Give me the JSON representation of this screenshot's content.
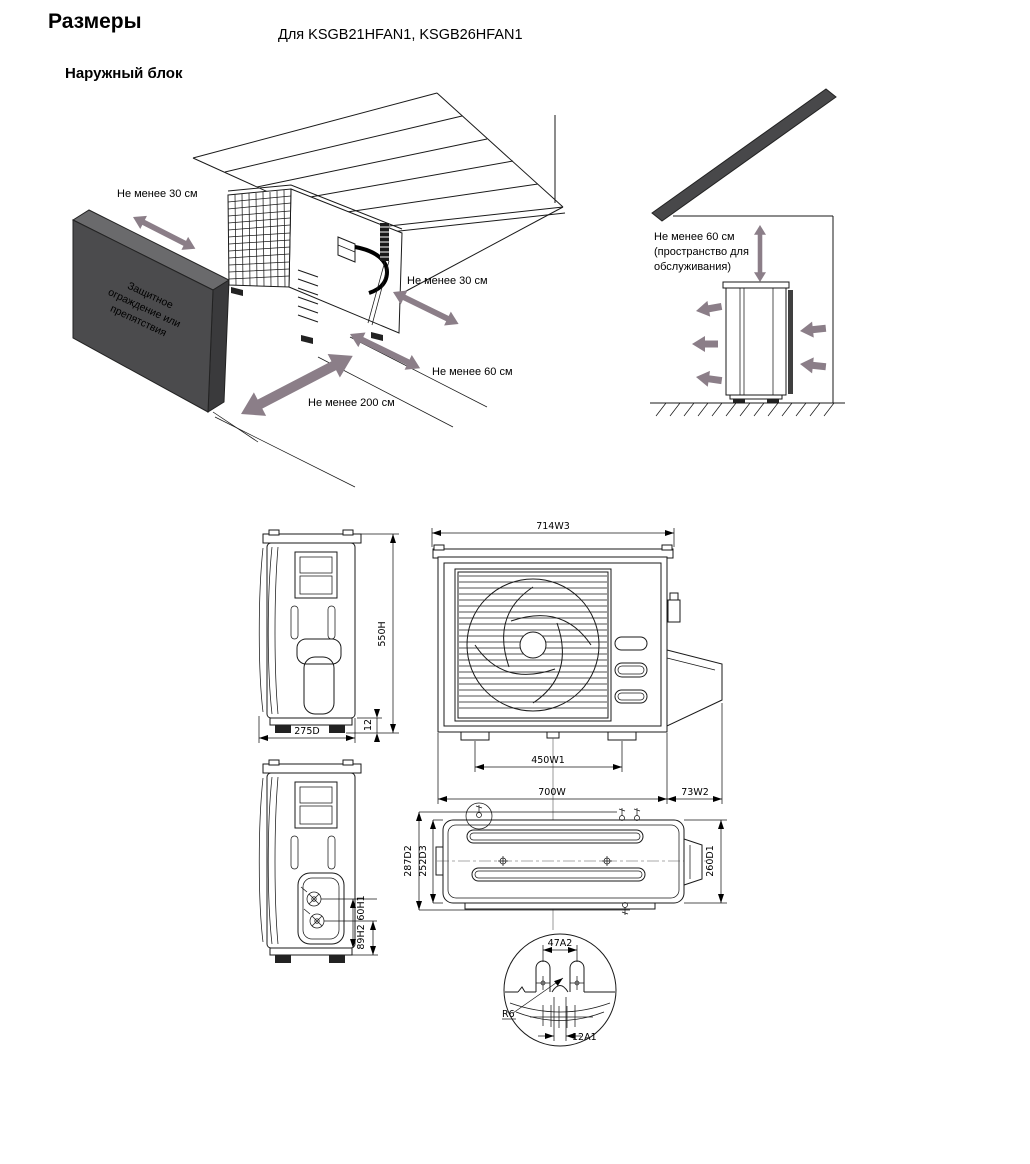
{
  "page": {
    "title": "Размеры",
    "subtitle": "Для KSGB21HFAN1, KSGB26HFAN1",
    "section_heading": "Наружный блок"
  },
  "colors": {
    "arrow": "#8b7e88",
    "barrier_front": "#4b4b4d",
    "barrier_top": "#6a6a6c",
    "barrier_side": "#3a3a3c",
    "roof_bar": "#48484a"
  },
  "clearance_diagram": {
    "label_left_30": "Не менее 30 см",
    "label_right_30": "Не менее 30 см",
    "label_60": "Не менее 60 см",
    "label_200": "Не менее 200 см",
    "barrier_line1": "Защитное",
    "barrier_line2": "ограждение или",
    "barrier_line3": "препятствия"
  },
  "service_diagram": {
    "label_line1": "Не менее 60 см",
    "label_line2": "(пространство для",
    "label_line3": "обслуживания)"
  },
  "dimension_drawings": {
    "side_view": {
      "height": "550H",
      "depth": "275D",
      "base_offset": "12"
    },
    "front_view": {
      "overall_width": "714W3",
      "foot_span": "450W1",
      "body_width": "700W",
      "bracket_width": "73W2"
    },
    "top_view": {
      "depth_outer": "287D2",
      "depth_inner": "252D3",
      "depth_right": "260D1"
    },
    "side_view_2": {
      "valve_height_1": "60H1",
      "valve_height_2": "89H2"
    },
    "foot_detail": {
      "slot_span": "47A2",
      "radius": "R6",
      "slot_width": "12A1"
    }
  }
}
